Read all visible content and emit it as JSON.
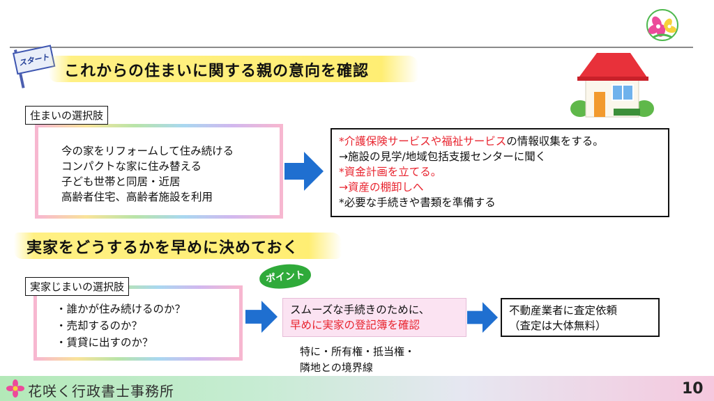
{
  "slide": {
    "start_flag": "スタート",
    "heading_1": "これからの住まいに関する親の意向を確認",
    "heading_2": "実家をどうするかを早めに決めておく",
    "housing_options": {
      "label": "住まいの選択肢",
      "items": [
        "今の家をリフォームして住み続ける",
        "コンパクトな家に住み替える",
        "子ども世帯と同居・近居",
        "高齢者住宅、高齢者施設を利用"
      ]
    },
    "info_box": {
      "lines": [
        {
          "text": "*介護保険サービスや福祉サービス",
          "tail": "の情報収集をする。"
        },
        {
          "text": "→施設の見学/地域包括支援センターに聞く",
          "tail": ""
        },
        {
          "text": "*資金計画を立てる。",
          "tail": ""
        },
        {
          "text": "→資産の棚卸しへ",
          "tail": ""
        },
        {
          "text": "*必要な手続きや書類を準備する",
          "tail": ""
        }
      ]
    },
    "home_options": {
      "label": "実家じまいの選択肢",
      "items": [
        "・誰かが住み続けるのか？",
        "・売却するのか？",
        "・賃貸に出すのか？"
      ]
    },
    "point_badge": "ポイント",
    "pink_box": {
      "line1": "スムーズな手続きのために、",
      "line2": "早めに実家の登記簿を確認"
    },
    "note": {
      "line1": "特に・所有権・抵当権・",
      "line2": "隣地との境界線"
    },
    "appraisal_box": {
      "line1": "不動産業者に査定依頼",
      "line2": "（査定は大体無料）"
    },
    "footer": {
      "office_name": "花咲く行政書士事務所",
      "page_number": "10"
    },
    "colors": {
      "accent_red": "#e8232e",
      "arrow_blue": "#1f6fd0",
      "highlight_yellow": "#ffee6e",
      "badge_green": "#2faa3a"
    },
    "icons": [
      "flower-logo-icon",
      "house-icon",
      "flower-footer-icon",
      "arrow-right-icon"
    ]
  }
}
